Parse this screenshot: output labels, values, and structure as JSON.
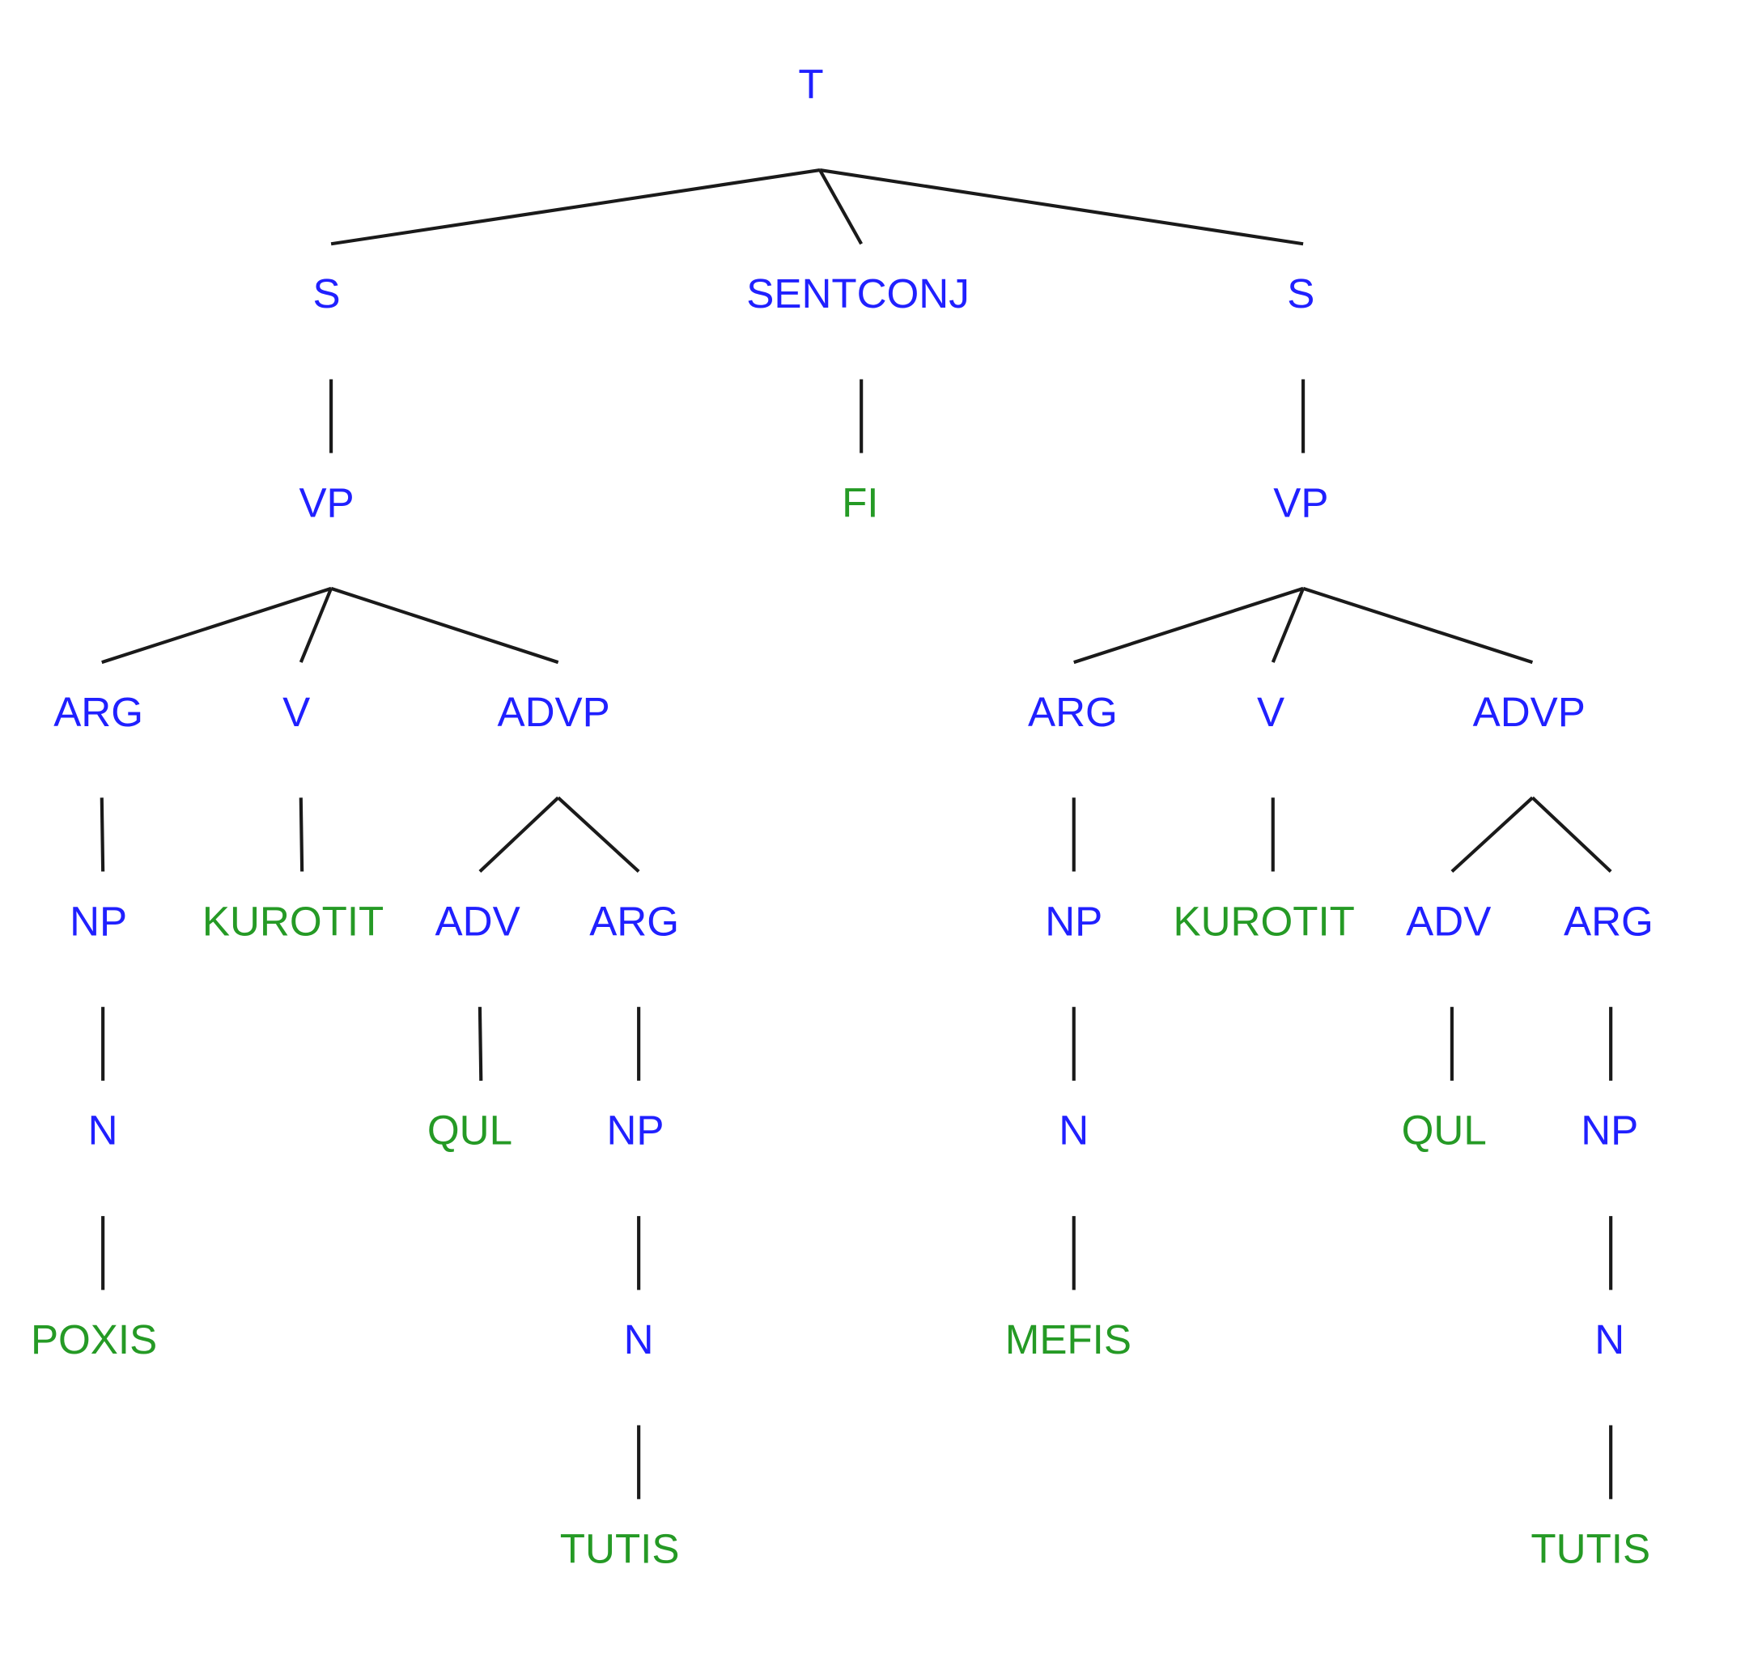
{
  "colors": {
    "nonterminal": "#2020ff",
    "terminal": "#259a25",
    "edge": "#1a1a1a"
  },
  "tree": {
    "label": "T",
    "kind": "nonterminal",
    "children": [
      {
        "label": "S",
        "kind": "nonterminal",
        "children": [
          {
            "label": "VP",
            "kind": "nonterminal",
            "children": [
              {
                "label": "ARG",
                "kind": "nonterminal",
                "children": [
                  {
                    "label": "NP",
                    "kind": "nonterminal",
                    "children": [
                      {
                        "label": "N",
                        "kind": "nonterminal",
                        "children": [
                          {
                            "label": "POXIS",
                            "kind": "terminal",
                            "children": []
                          }
                        ]
                      }
                    ]
                  }
                ]
              },
              {
                "label": "V",
                "kind": "nonterminal",
                "children": [
                  {
                    "label": "KUROTIT",
                    "kind": "terminal",
                    "children": []
                  }
                ]
              },
              {
                "label": "ADVP",
                "kind": "nonterminal",
                "children": [
                  {
                    "label": "ADV",
                    "kind": "nonterminal",
                    "children": [
                      {
                        "label": "QUL",
                        "kind": "terminal",
                        "children": []
                      }
                    ]
                  },
                  {
                    "label": "ARG",
                    "kind": "nonterminal",
                    "children": [
                      {
                        "label": "NP",
                        "kind": "nonterminal",
                        "children": [
                          {
                            "label": "N",
                            "kind": "nonterminal",
                            "children": [
                              {
                                "label": "TUTIS",
                                "kind": "terminal",
                                "children": []
                              }
                            ]
                          }
                        ]
                      }
                    ]
                  }
                ]
              }
            ]
          }
        ]
      },
      {
        "label": "SENTCONJ",
        "kind": "nonterminal",
        "children": [
          {
            "label": "FI",
            "kind": "terminal",
            "children": []
          }
        ]
      },
      {
        "label": "S",
        "kind": "nonterminal",
        "children": [
          {
            "label": "VP",
            "kind": "nonterminal",
            "children": [
              {
                "label": "ARG",
                "kind": "nonterminal",
                "children": [
                  {
                    "label": "NP",
                    "kind": "nonterminal",
                    "children": [
                      {
                        "label": "N",
                        "kind": "nonterminal",
                        "children": [
                          {
                            "label": "MEFIS",
                            "kind": "terminal",
                            "children": []
                          }
                        ]
                      }
                    ]
                  }
                ]
              },
              {
                "label": "V",
                "kind": "nonterminal",
                "children": [
                  {
                    "label": "KUROTIT",
                    "kind": "terminal",
                    "children": []
                  }
                ]
              },
              {
                "label": "ADVP",
                "kind": "nonterminal",
                "children": [
                  {
                    "label": "ADV",
                    "kind": "nonterminal",
                    "children": [
                      {
                        "label": "QUL",
                        "kind": "terminal",
                        "children": []
                      }
                    ]
                  },
                  {
                    "label": "ARG",
                    "kind": "nonterminal",
                    "children": [
                      {
                        "label": "NP",
                        "kind": "nonterminal",
                        "children": [
                          {
                            "label": "N",
                            "kind": "nonterminal",
                            "children": [
                              {
                                "label": "TUTIS",
                                "kind": "terminal",
                                "children": []
                              }
                            ]
                          }
                        ]
                      }
                    ]
                  }
                ]
              }
            ]
          }
        ]
      }
    ]
  }
}
